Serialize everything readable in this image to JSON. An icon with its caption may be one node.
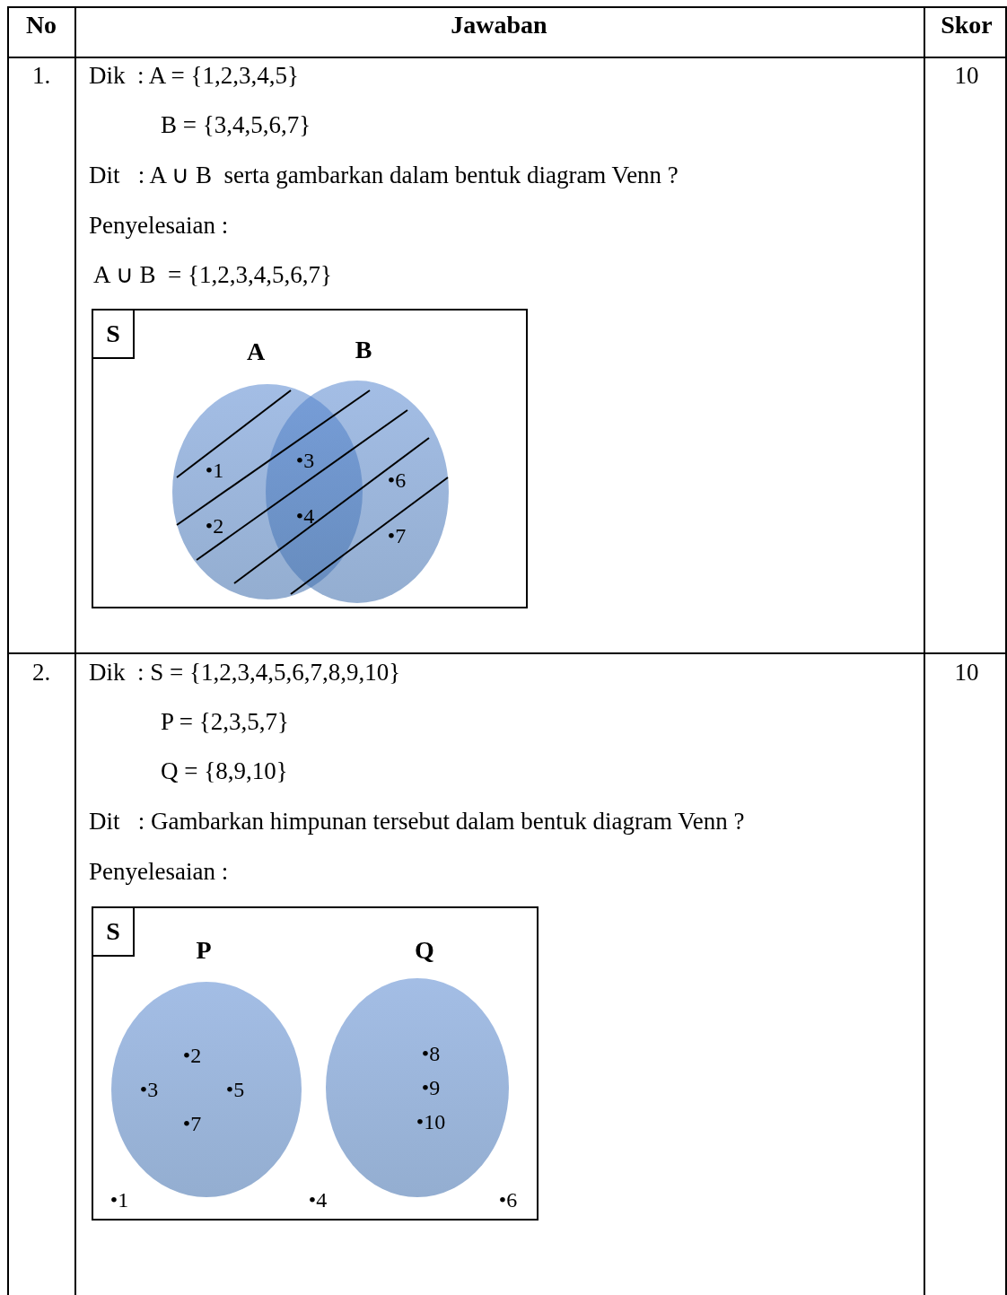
{
  "diagram": {
    "nodes": [
      {
        "text": [
          "S"
        ]
      },
      {
        "text": [
          "A",
          "•1",
          "•2"
        ],
        "in": 0
      },
      {
        "text": [
          "B",
          "•6",
          "•7"
        ],
        "in": 0
      },
      {
        "text": [
          "S",
          "•1",
          "•4",
          "•6"
        ]
      },
      {
        "text": [
          "P",
          "•2",
          "•3",
          "•5",
          "•7"
        ],
        "in": 3
      },
      {
        "text": [
          "Q",
          "•8",
          "•9",
          "•10"
        ],
        "in": 3
      }
    ],
    "labels": [
      "No",
      "Jawaban",
      "Skor",
      "1.",
      "10",
      "Dik  : A = {1,2,3,4,5}",
      "B = {3,4,5,6,7}",
      "Dit   : A ∪ B  serta gambarkan dalam bentuk diagram Venn ?",
      "Penyelesaian :",
      "A ∪ B  = {1,2,3,4,5,6,7}",
      "•3",
      "•4",
      "2.",
      "10",
      "Dik  : S = {1,2,3,4,5,6,7,8,9,10}",
      "P = {2,3,5,7}",
      "Q = {8,9,10}",
      "Dit   : Gambarkan himpunan tersebut dalam bentuk diagram Venn ?",
      "Penyelesaian :"
    ]
  }
}
